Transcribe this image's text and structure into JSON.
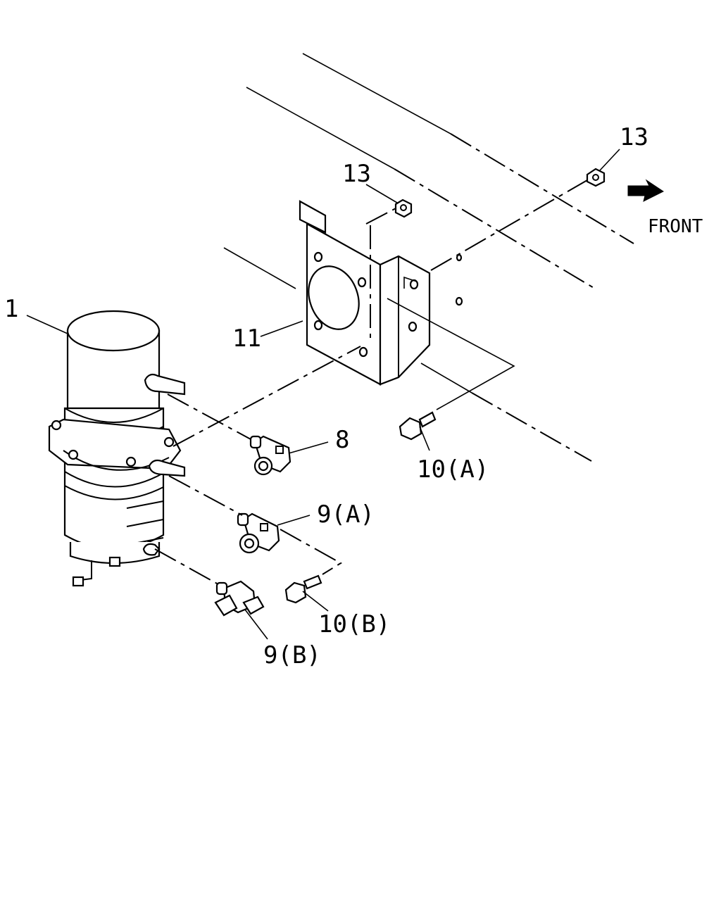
{
  "labels": {
    "part_1": "1",
    "part_8": "8",
    "part_9a": "9(A)",
    "part_9b": "9(B)",
    "part_10a": "10(A)",
    "part_10b": "10(B)",
    "part_11": "11",
    "part_13_top": "13",
    "part_13_right": "13"
  },
  "direction": {
    "text": "FRONT",
    "icon": "arrow-right-icon"
  }
}
